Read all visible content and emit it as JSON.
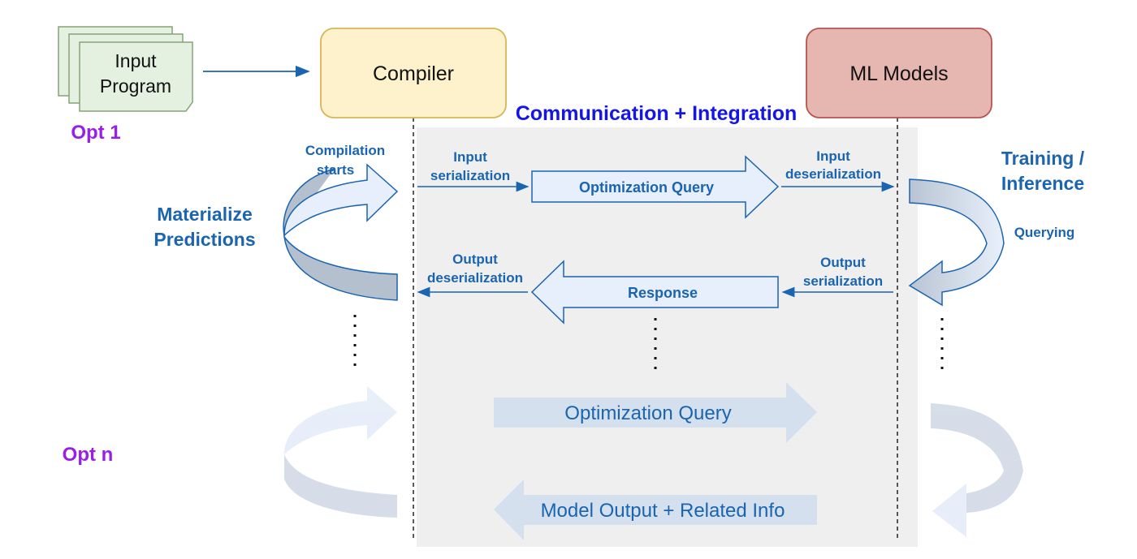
{
  "input_program": {
    "line1": "Input",
    "line2": "Program"
  },
  "compiler": {
    "label": "Compiler"
  },
  "ml_models": {
    "label": "ML Models"
  },
  "communication_title": "Communication + Integration",
  "opt1_label": "Opt 1",
  "optn_label": "Opt n",
  "compilation_starts": {
    "line1": "Compilation",
    "line2": "starts"
  },
  "materialize_predictions": {
    "line1": "Materialize",
    "line2": "Predictions"
  },
  "training_inference": {
    "line1": "Training /",
    "line2": "Inference"
  },
  "querying": "Querying",
  "input_serialization": {
    "line1": "Input",
    "line2": "serialization"
  },
  "input_deserialization": {
    "line1": "Input",
    "line2": "deserialization"
  },
  "output_deserialization": {
    "line1": "Output",
    "line2": "deserialization"
  },
  "output_serialization": {
    "line1": "Output",
    "line2": "serialization"
  },
  "optimization_query": "Optimization Query",
  "response": "Response",
  "faded_optimization_query": "Optimization Query",
  "faded_model_output": "Model Output + Related Info",
  "colors": {
    "compiler_fill": "#fdf2cc",
    "compiler_stroke": "#d6b656",
    "ml_fill": "#e6b6b0",
    "ml_stroke": "#b85450",
    "accent_blue": "#1a64b0",
    "title_blue": "#1515e6",
    "purple": "#9b1ee6",
    "panel_gray": "#efefef"
  }
}
